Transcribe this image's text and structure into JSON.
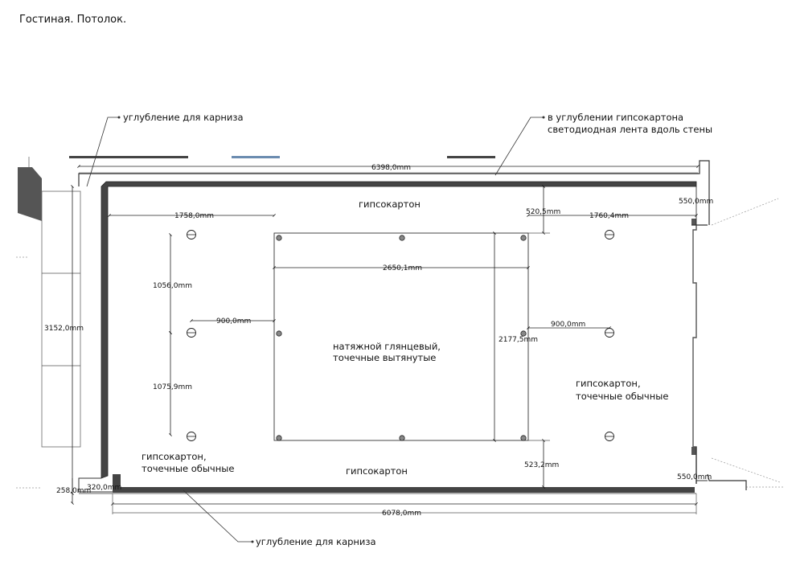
{
  "title": "Гостиная. Потолок.",
  "callouts": {
    "cornice_top": "углубление для карниза",
    "led_line1": "в углублении гипсокартона",
    "led_line2": "светодиодная лента вдоль стены",
    "cornice_bottom": "углубление для карниза"
  },
  "zones": {
    "top": "гипсокартон",
    "bottom": "гипсокартон",
    "center_line1": "натяжной глянцевый,",
    "center_line2": "точечные вытянутые",
    "right_line1": "гипсокартон,",
    "right_line2": "точечные обычные",
    "left_line1": "гипсокартон,",
    "left_line2": "точечные обычные"
  },
  "dimensions": {
    "overall_width": "6398,0mm",
    "inner_width": "6078,0mm",
    "left_offset": "1758,0mm",
    "stretch_width": "2650,1mm",
    "right_offset": "1760,4mm",
    "top_gap": "520,5mm",
    "bottom_gap": "523,2mm",
    "stretch_height": "2177,5mm",
    "left_upper_spacing": "1056,0mm",
    "left_lower_spacing": "1075,9mm",
    "left_light_offset": "900,0mm",
    "right_light_offset": "900,0mm",
    "overall_height": "3152,0mm",
    "bottom_strip": "258,0mm",
    "bottom_left_small": "320,0mm",
    "right_top_recess": "550,0mm",
    "right_bottom_recess": "550,0mm"
  },
  "lights": {
    "left_column_count": 3,
    "right_column_count": 3,
    "stretch_ceiling_count": 8
  }
}
